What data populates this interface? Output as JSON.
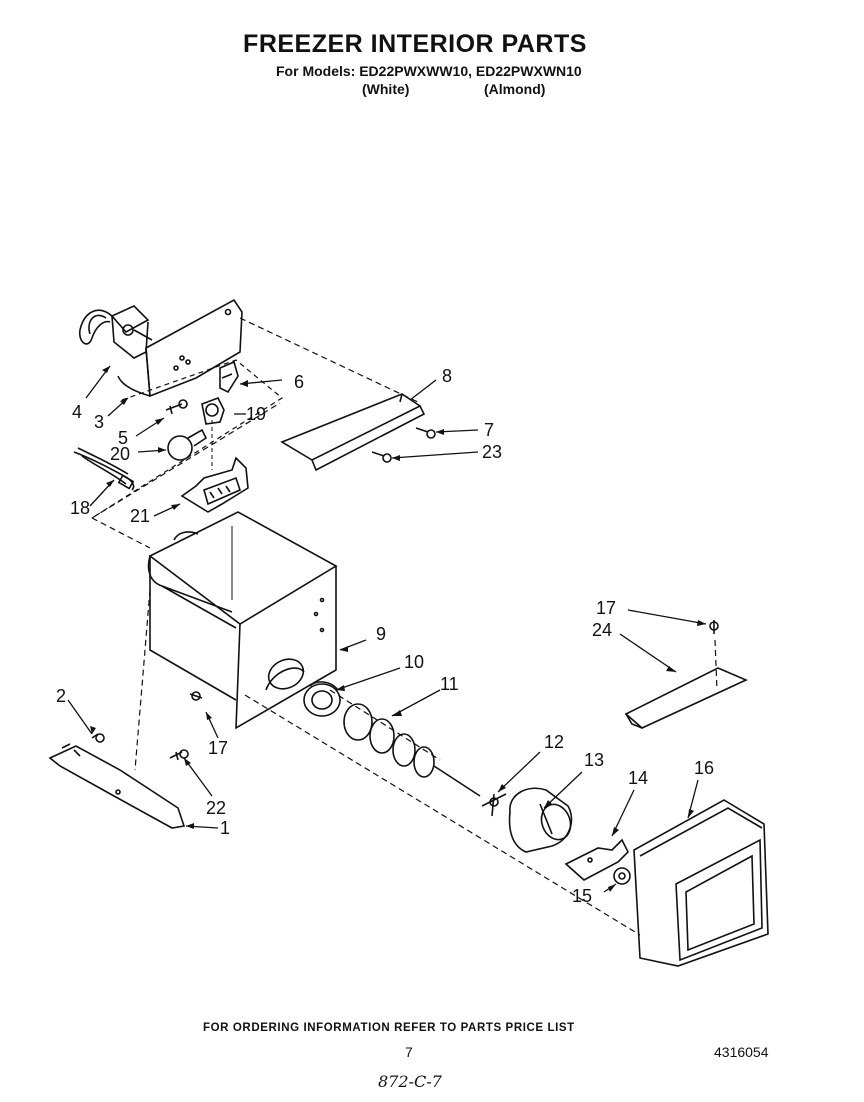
{
  "header": {
    "title": "FREEZER INTERIOR PARTS",
    "models_line": "For Models: ED22PWXWW10, ED22PWXWN10",
    "color_white": "(White)",
    "color_almond": "(Almond)"
  },
  "callouts": {
    "c1": "1",
    "c2": "2",
    "c3": "3",
    "c4": "4",
    "c5": "5",
    "c6": "6",
    "c7": "7",
    "c8": "8",
    "c9": "9",
    "c10": "10",
    "c11": "11",
    "c12": "12",
    "c13": "13",
    "c14": "14",
    "c15": "15",
    "c16": "16",
    "c17a": "17",
    "c17b": "17",
    "c18": "18",
    "c19": "19",
    "c20": "20",
    "c21": "21",
    "c22": "22",
    "c23": "23",
    "c24": "24"
  },
  "footer": {
    "ordering_note": "FOR ORDERING INFORMATION REFER TO PARTS PRICE LIST",
    "page_number": "7",
    "document_number": "4316054",
    "handwritten_code": "872-C-7"
  }
}
